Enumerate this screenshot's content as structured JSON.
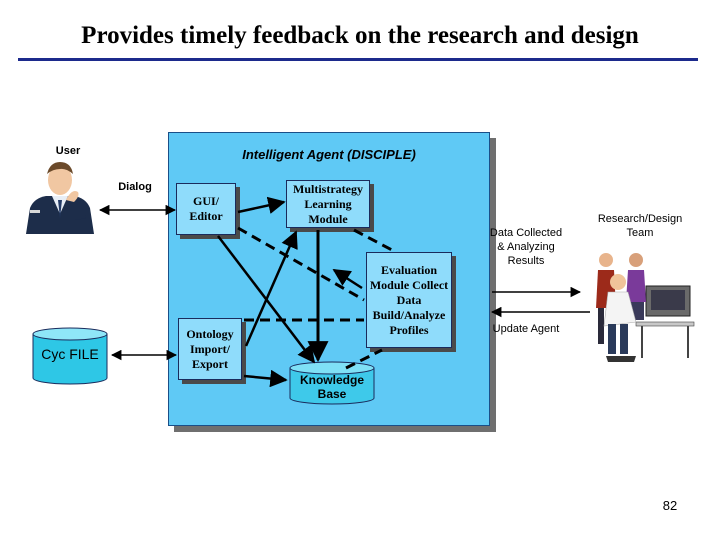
{
  "title": "Provides timely feedback on the research and design",
  "diagram": {
    "user_label": "User",
    "dialog_label": "Dialog",
    "agent_title": "Intelligent Agent (DISCIPLE)",
    "gui_editor": "GUI/ Editor",
    "learning_module": "Multistrategy Learning Module",
    "evaluation_module": "Evaluation Module Collect Data Build/Analyze Profiles",
    "ontology": "Ontology Import/ Export",
    "knowledge_base": "Knowledge Base",
    "cyc_file": "Cyc FILE",
    "data_collected": "Data Collected & Analyzing Results",
    "update_agent": "Update Agent",
    "research_team": "Research/Design Team"
  },
  "page_number": "82",
  "colors": {
    "title_rule": "#1c2a8c",
    "panel_fill": "#5fc9f5",
    "box_fill": "#8fdcfb",
    "cyc_fill": "#2ec7e6"
  }
}
